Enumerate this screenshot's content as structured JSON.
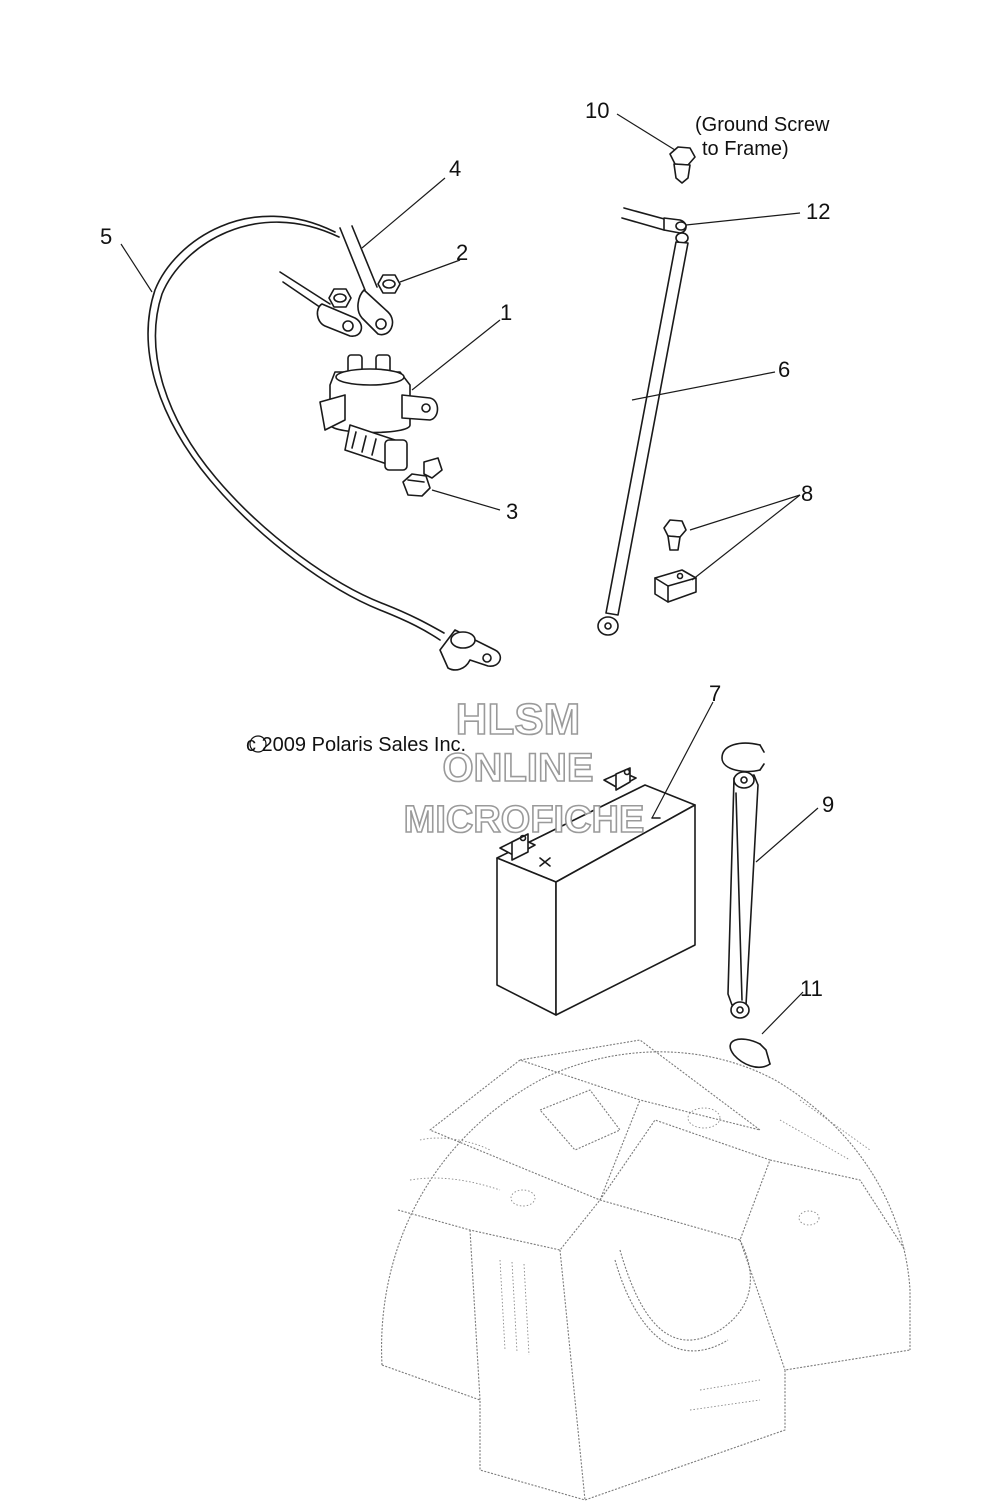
{
  "callouts": {
    "c1": "1",
    "c2": "2",
    "c3": "3",
    "c4": "4",
    "c5": "5",
    "c6": "6",
    "c7": "7",
    "c8": "8",
    "c9": "9",
    "c10": "10",
    "c11": "11",
    "c12": "12"
  },
  "note": {
    "line1": "(Ground Screw",
    "line2": "to Frame)"
  },
  "copyright": "c 2009 Polaris Sales Inc.",
  "watermark": {
    "line1": "HLSM",
    "line2": "ONLINE",
    "line3": "MICROFICHE"
  }
}
